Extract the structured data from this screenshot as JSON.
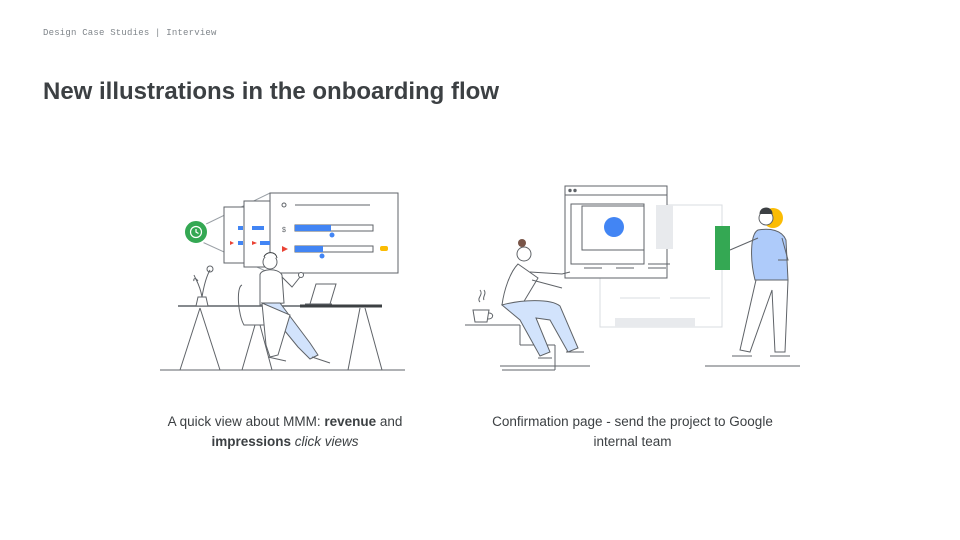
{
  "header": {
    "eyebrow": "Design Case Studies | Interview",
    "title": "New illustrations in the onboarding flow"
  },
  "cards": [
    {
      "caption_prefix": "A quick view about MMM: ",
      "caption_bold_1": "revenue",
      "caption_mid": " and ",
      "caption_bold_2": "impressions",
      "caption_italic": " click views",
      "dashboard_symbol": "$",
      "icons": [
        "clock-icon",
        "play-icon",
        "plant-icon",
        "laptop-icon"
      ]
    },
    {
      "caption": "Confirmation page - send the project to Google internal team",
      "icons": [
        "coffee-cup-icon",
        "browser-window-icon"
      ]
    }
  ],
  "colors": {
    "accent_blue": "#4285f4",
    "accent_green": "#34a853",
    "accent_red": "#ea4335",
    "accent_yellow": "#fbbc04",
    "line_gray": "#5f6368",
    "person_blue": "#aecbfa"
  }
}
